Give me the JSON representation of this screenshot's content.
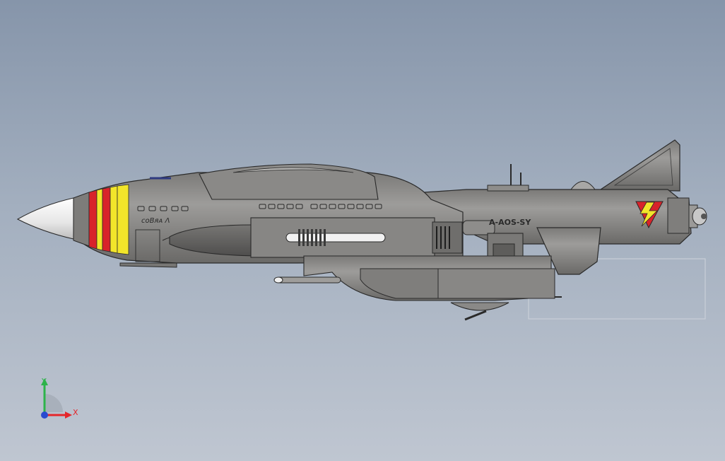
{
  "model": {
    "nose_name_text": "ᴄoBᴙᴀ Ʌ",
    "tail_code_text": "A-AOS-SY"
  },
  "triad": {
    "y_label": "Y",
    "x_label": "X",
    "colors": {
      "x": "#e4262b",
      "y": "#2db34a",
      "z": "#2a4bd0"
    }
  },
  "colors": {
    "hull": "#8c8b89",
    "hull_dark": "#5e5d5b",
    "nose_cone": "#f2f2f2",
    "stripe_red": "#d8232a",
    "stripe_yellow": "#f2e52a"
  }
}
